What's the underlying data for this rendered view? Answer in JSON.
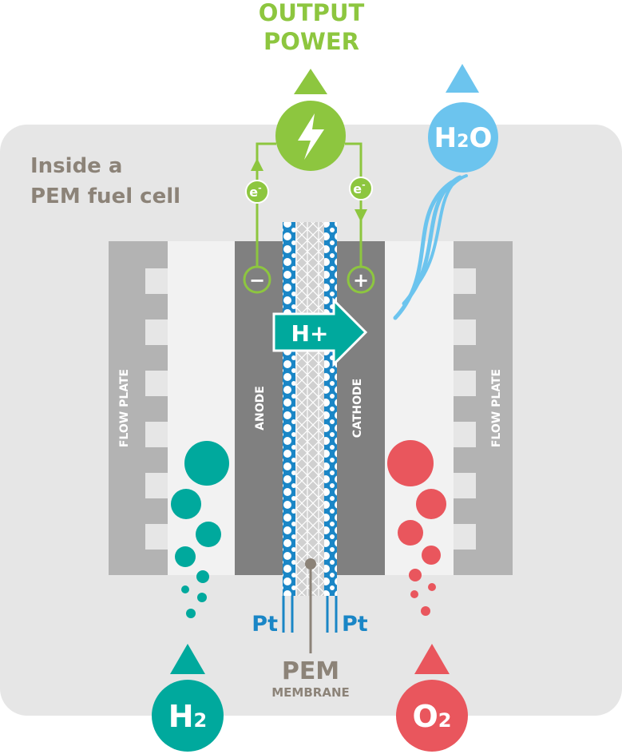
{
  "header": {
    "output_line1": "OUTPUT",
    "output_line2": "POWER"
  },
  "panel": {
    "title_line1": "Inside a",
    "title_line2": "PEM fuel cell"
  },
  "labels": {
    "flow_plate_left": "FLOW PLATE",
    "flow_plate_right": "FLOW PLATE",
    "anode": "ANODE",
    "cathode": "CATHODE",
    "proton": "H+",
    "electron_left": "e",
    "electron_right": "e",
    "electron_sup": "-",
    "minus": "−",
    "plus": "+",
    "pt_left": "Pt",
    "pt_right": "Pt",
    "pem": "PEM",
    "membrane": "MEMBRANE"
  },
  "molecules": {
    "hydrogen": {
      "base": "H",
      "sub": "2"
    },
    "oxygen": {
      "base": "O",
      "sub": "2"
    },
    "water": {
      "base": "H",
      "sub": "2",
      "tail": "O"
    }
  },
  "icons": {
    "power": "lightning-bolt-icon",
    "arrow_up": "triangle-up-icon"
  },
  "colors": {
    "green": "#8dc63f",
    "teal": "#00a99d",
    "red": "#e9565d",
    "blue": "#6cc4ee",
    "pem_blue": "#1a86c6",
    "panel_gray": "#e6e6e6",
    "plate_gray": "#b3b3b3",
    "electrode_gray": "#808080",
    "brown_gray": "#8c8378"
  }
}
